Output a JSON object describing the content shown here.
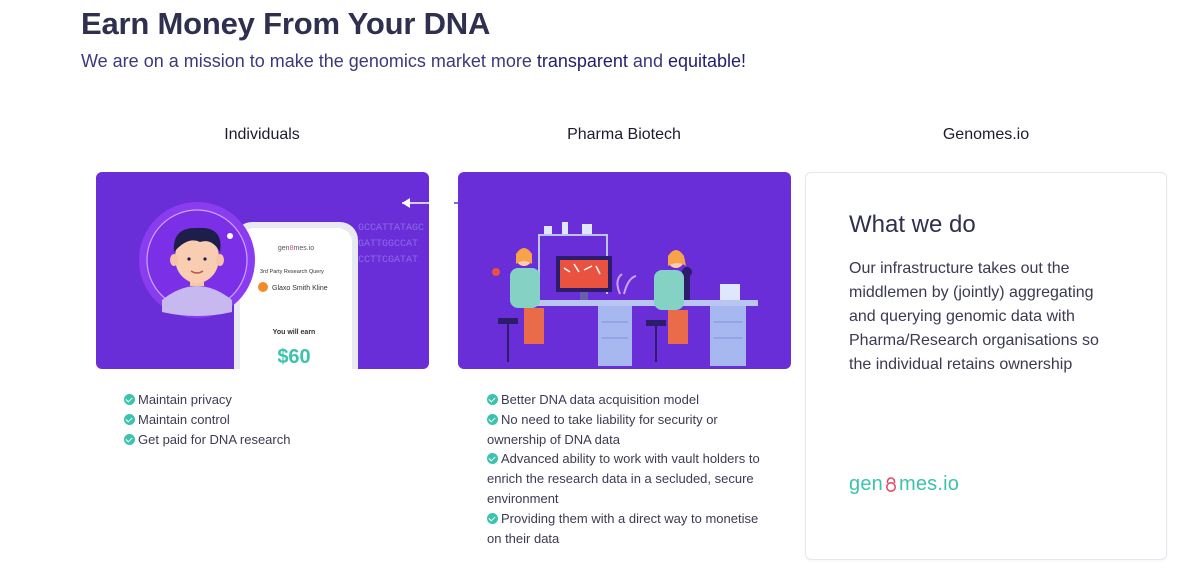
{
  "hero": {
    "title": "Earn Money From Your DNA",
    "subtitle_pre": "We are on a mission to make the genomics market more ",
    "subtitle_em1": "transparent",
    "subtitle_mid": " and ",
    "subtitle_em2": "equitable!"
  },
  "columns": {
    "individuals": {
      "title": "Individuals",
      "phone": {
        "brand_pre": "gen",
        "brand_post": "mes.io",
        "query_label": "3rd Party Research Query",
        "company": "Glaxo Smith Kline",
        "earn_label": "You will earn",
        "amount": "$60"
      },
      "dna_lines": [
        "GCCATTATAGC",
        "GATTGGCCAT",
        "CCTTCGATAT"
      ],
      "bullets": [
        "Maintain privacy",
        "Maintain control",
        "Get paid for DNA research"
      ]
    },
    "pharma": {
      "title": "Pharma Biotech",
      "bullets": [
        "Better DNA data acquisition model",
        "No need to take liability for security or ownership of DNA data",
        "Advanced ability to work with vault holders to enrich the research data in a secluded, secure environment",
        "Providing them with a direct way to monetise on their data"
      ]
    },
    "genomes": {
      "title": "Genomes.io",
      "card_title": "What we do",
      "card_body": "Our infrastructure takes out the middlemen by (jointly) aggregating and querying genomic data with Pharma/Research organisations so the individual retains ownership",
      "logo_pre": "gen",
      "logo_post": "mes.io"
    }
  },
  "colors": {
    "card_purple": "#6a2ed8",
    "accent_teal": "#3cc3ad",
    "heading": "#2f2f4f"
  },
  "icons": [
    "check-circle-icon",
    "double-arrow-icon",
    "lock-icon",
    "avatar-illustration",
    "phone-illustration",
    "lab-illustration"
  ]
}
